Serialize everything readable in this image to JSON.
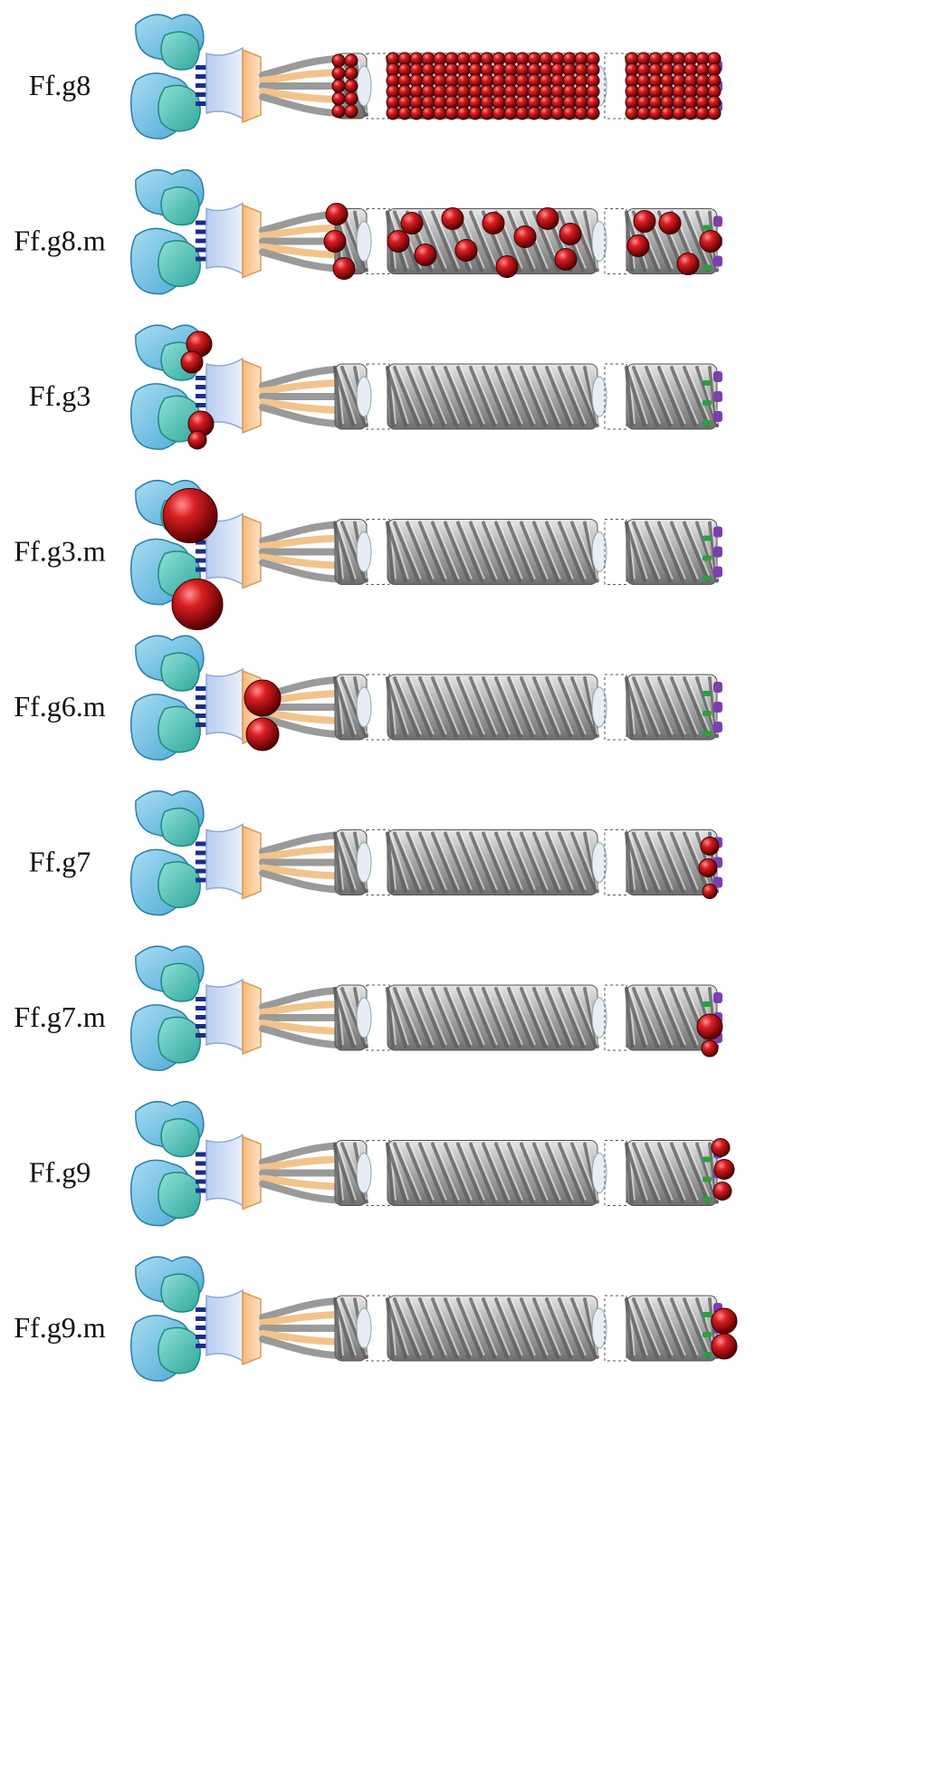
{
  "figure": {
    "rows": [
      {
        "label": "Ff.g8",
        "fusion": "g8-all"
      },
      {
        "label": "Ff.g8.m",
        "fusion": "g8-mosaic"
      },
      {
        "label": "Ff.g3",
        "fusion": "g3-small"
      },
      {
        "label": "Ff.g3.m",
        "fusion": "g3-large"
      },
      {
        "label": "Ff.g6.m",
        "fusion": "g6"
      },
      {
        "label": "Ff.g7",
        "fusion": "g7-pair"
      },
      {
        "label": "Ff.g7.m",
        "fusion": "g7-single"
      },
      {
        "label": "Ff.g9",
        "fusion": "g9-triple"
      },
      {
        "label": "Ff.g9.m",
        "fusion": "g9-pair"
      }
    ],
    "colors": {
      "g3_domain_light": "#7ec8e3",
      "g3_domain_dark": "#3fb8b0",
      "g6_linker": "#c8d8f0",
      "g6_cone": "#f5c48a",
      "g8_coat": "#8c8c8c",
      "g8_coat_light": "#d8d8d8",
      "g7_tip": "#7b3fb0",
      "g9_tip": "#2e9e3e",
      "fusion_sphere": "#c0141a"
    }
  }
}
